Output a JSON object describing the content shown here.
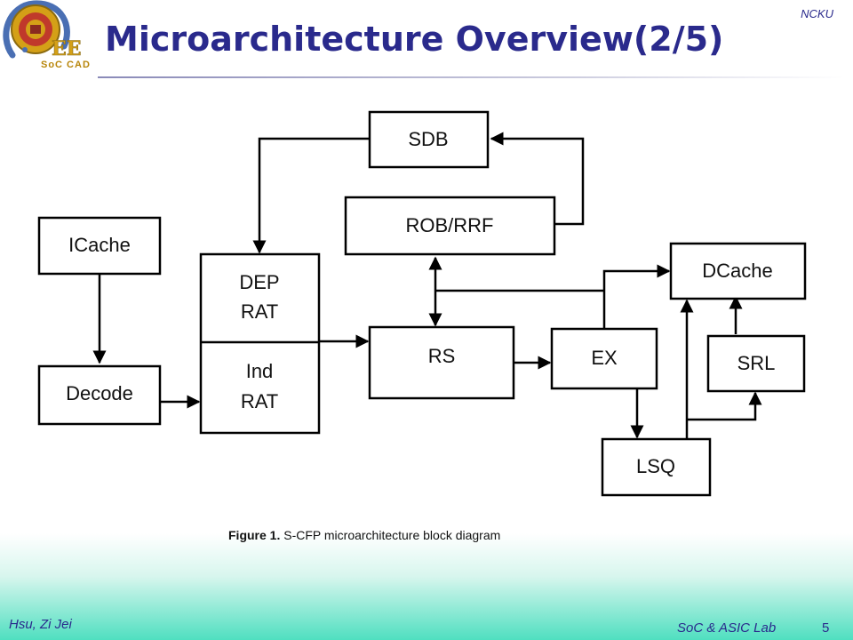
{
  "header": {
    "title": "Microarchitecture Overview(2/5)",
    "org": "NCKU",
    "logo_caption": "SoC CAD",
    "logo_badge": "EE"
  },
  "diagram": {
    "blocks": {
      "sdb": "SDB",
      "rob": "ROB/RRF",
      "icache": "ICache",
      "decode": "Decode",
      "dep_line1": "DEP",
      "dep_line2": "RAT",
      "ind_line1": "Ind",
      "ind_line2": "RAT",
      "rs": "RS",
      "ex": "EX",
      "dcache": "DCache",
      "srl": "SRL",
      "lsq": "LSQ"
    }
  },
  "caption": {
    "label": "Figure 1.",
    "text": " S-CFP microarchitecture block diagram"
  },
  "footer": {
    "author": "Hsu, Zi Jei",
    "lab": "SoC & ASIC Lab",
    "page": "5"
  },
  "colors": {
    "title": "#2a2a8c",
    "footer_band": "#4fdfc0",
    "logo_gold": "#d4a017",
    "logo_red": "#c0392b"
  }
}
